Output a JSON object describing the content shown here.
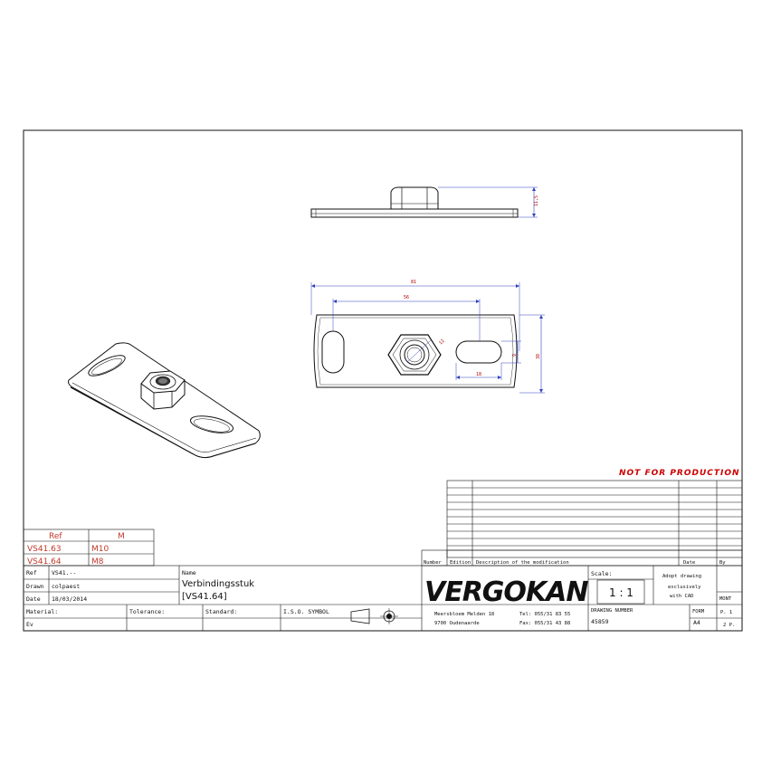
{
  "stamp": {
    "not_for_production": "NOT FOR PRODUCTION"
  },
  "ref_table": {
    "col_ref": "Ref",
    "col_m": "M",
    "rows": [
      {
        "ref": "VS41.63",
        "m": "M10"
      },
      {
        "ref": "VS41.64",
        "m": "M8"
      }
    ]
  },
  "title_block": {
    "ref_label": "Ref",
    "ref_value": "VS41.--",
    "drawn_label": "Drawn",
    "drawn_value": "colpaest",
    "date_label": "Date",
    "date_value": "18/03/2014",
    "name_label": "Name",
    "name_line1": "Verbindingsstuk",
    "name_line2": "[VS41.64]",
    "material_label": "Material:",
    "material_value": "Ev",
    "tolerance_label": "Tolerance:",
    "standard_label": "Standard:",
    "iso_label": "I.S.O. SYMBOL",
    "company_name": "VERGOKAN",
    "address_line1": "Meersbloem Melden 18",
    "address_line2": "9700 Oudenaarde",
    "tel": "Tel: 055/31 83 55",
    "fax": "Fax: 055/31 43 88",
    "scale_label": "Scale:",
    "scale_value": "1 : 1",
    "adopt_line1": "Adopt drawing",
    "adopt_line2": "exclusively",
    "adopt_line3": "with CAD",
    "drawing_number_label": "DRAWING NUMBER",
    "drawing_number_value": "45859",
    "form_label": "FORM",
    "form_value": "A4",
    "mont_label": "MONT",
    "page_label": "P. 1",
    "pages_label": "2 P."
  },
  "revision_table": {
    "number_label": "Number",
    "edition_label": "Edition",
    "description_label": "Description of the modification",
    "date_label": "Date",
    "by_label": "By"
  },
  "dimensions": {
    "height": "11,5",
    "overall_length": "81",
    "slot_spacing": "56",
    "width": "38",
    "slot_length": "18",
    "slot_width": "9",
    "nut_dia": "12"
  },
  "icons": {
    "iso_projection": "iso-projection-symbol-icon"
  }
}
